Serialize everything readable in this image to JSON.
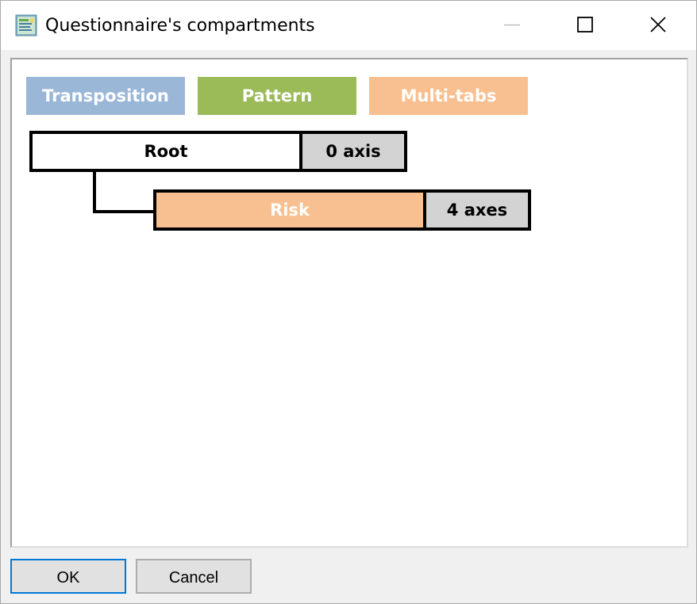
{
  "window": {
    "title": "Questionnaire's compartments",
    "icon": "document-window-icon"
  },
  "titlebar_buttons": {
    "minimize_icon": "minimize-icon",
    "maximize_icon": "maximize-icon",
    "close_icon": "close-icon"
  },
  "legend": [
    {
      "label": "Transposition",
      "color": "#9ab7d8"
    },
    {
      "label": "Pattern",
      "color": "#9bbb59"
    },
    {
      "label": "Multi-tabs",
      "color": "#f8c090"
    }
  ],
  "tree": {
    "root": {
      "name": "Root",
      "axes": "0 axis",
      "color": "#ffffff",
      "text_color": "#000000"
    },
    "children": [
      {
        "name": "Risk",
        "axes": "4 axes",
        "color": "#f8c090",
        "text_color": "#ffffff"
      }
    ]
  },
  "buttons": {
    "ok": "OK",
    "cancel": "Cancel"
  },
  "colors": {
    "focus_border": "#0078d7",
    "axes_background": "#d3d3d3"
  }
}
